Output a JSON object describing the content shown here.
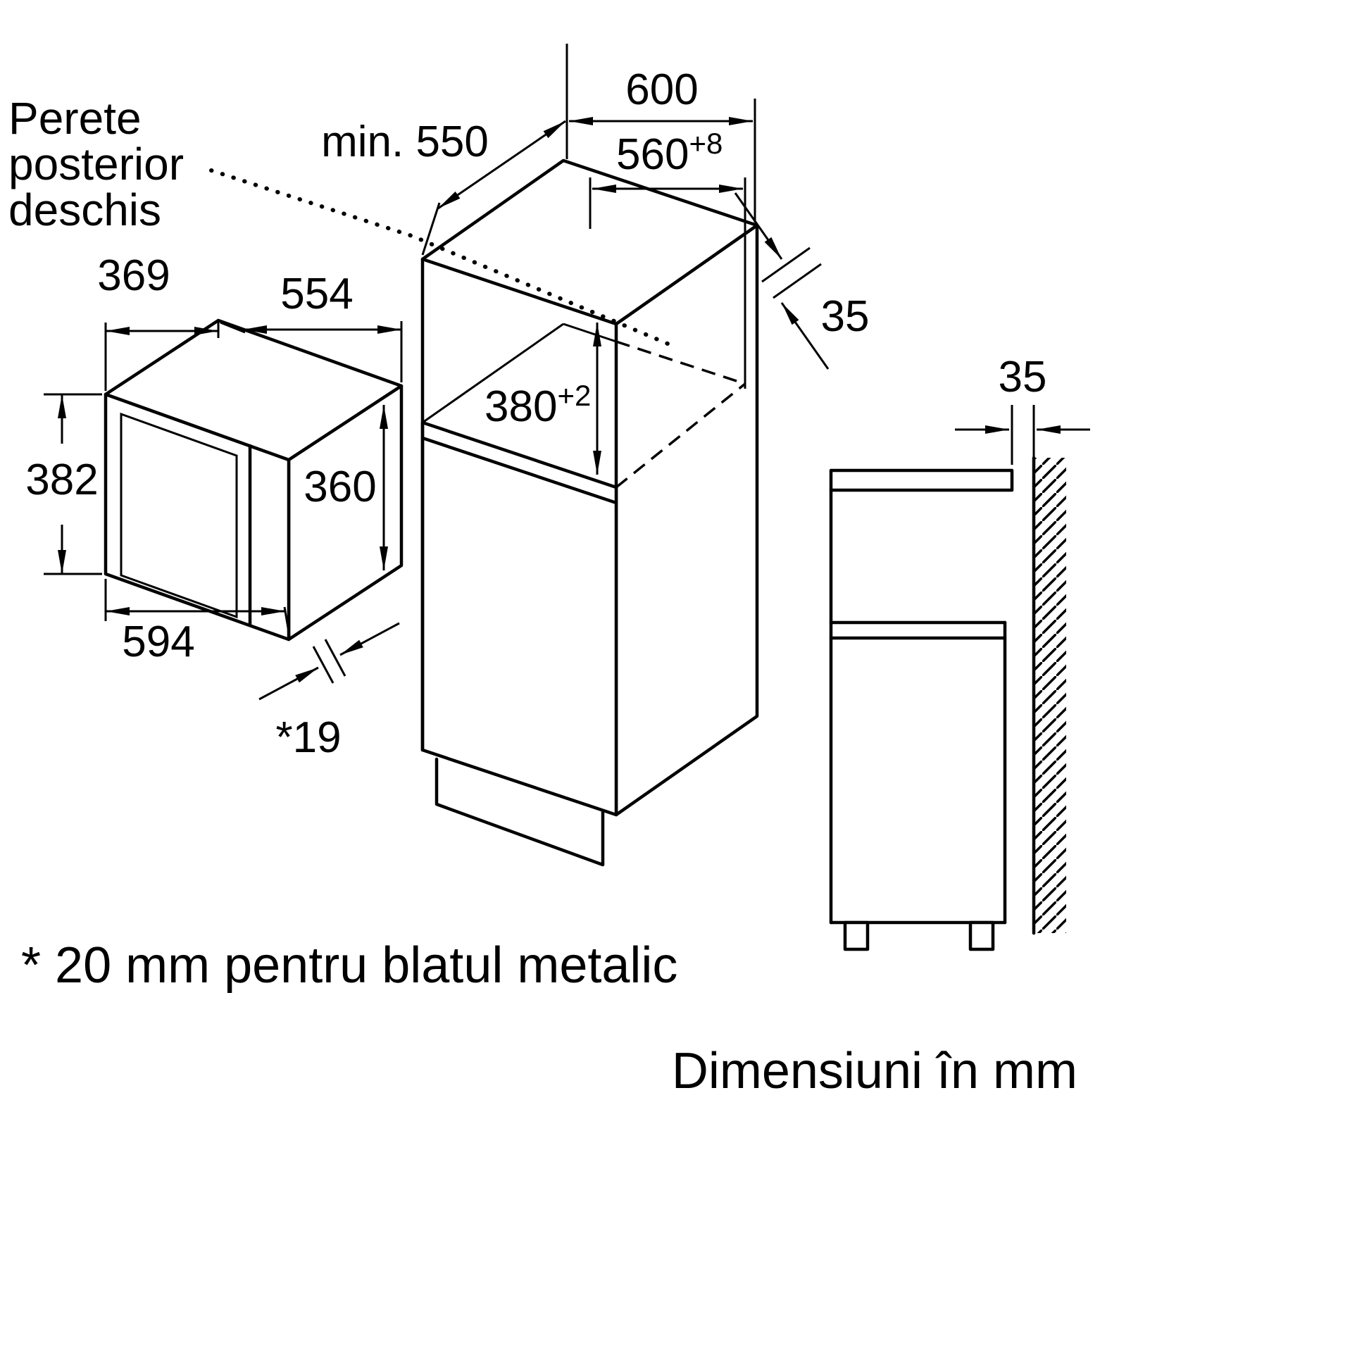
{
  "annotations": {
    "rear_wall": {
      "line1": "Perete",
      "line2": "posterior",
      "line3": "deschis"
    },
    "footnote": "* 20 mm pentru blatul metalic",
    "units": "Dimensiuni în mm"
  },
  "appliance": {
    "depth": "369",
    "top_width": "554",
    "front_height": "382",
    "body_height": "360",
    "width": "594",
    "door_gap": "*19"
  },
  "niche": {
    "min_depth": "min. 550",
    "cabinet_width": "600",
    "width": "560",
    "width_tolerance": "+8",
    "height": "380",
    "height_tolerance": "+2",
    "wall_thickness": "35"
  },
  "side_view": {
    "wall_gap": "35"
  },
  "colors": {
    "line": "#000000",
    "background": "#ffffff"
  }
}
